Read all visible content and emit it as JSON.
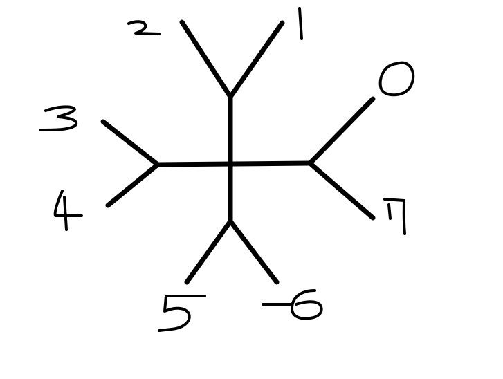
{
  "diagram": {
    "line_color": "#000000",
    "background": "#ffffff",
    "labels": {
      "leaf_0": "0",
      "leaf_1": "1",
      "leaf_2": "2",
      "leaf_3": "3",
      "leaf_4": "4",
      "leaf_5": "5",
      "leaf_6": "6",
      "leaf_7": "7"
    }
  }
}
